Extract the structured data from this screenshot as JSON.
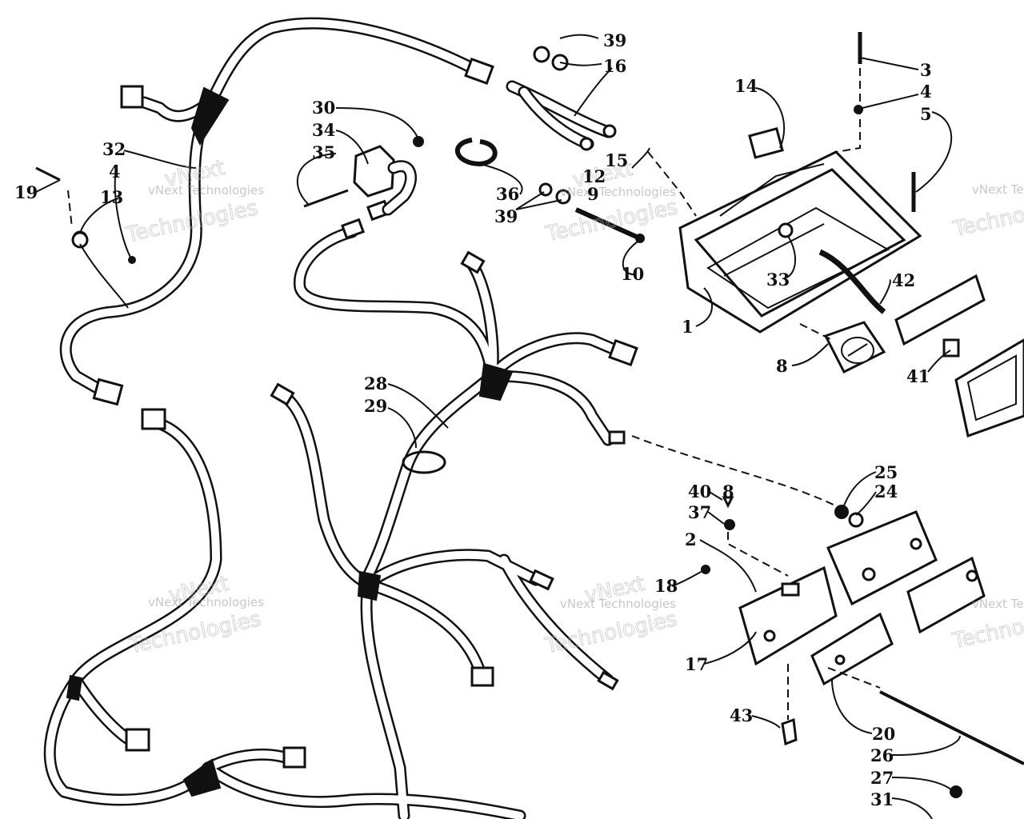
{
  "watermark": {
    "line1": "vNext Technologies",
    "line2": "Technologies",
    "brand": "vNext"
  },
  "callouts": {
    "c1": "1",
    "c2": "2",
    "c3": "3",
    "c4a": "4",
    "c4b": "4",
    "c5": "5",
    "c8a": "8",
    "c8b": "8",
    "c9": "9",
    "c10": "10",
    "c12": "12",
    "c13": "13",
    "c14": "14",
    "c15": "15",
    "c16": "16",
    "c17": "17",
    "c18": "18",
    "c19": "19",
    "c20": "20",
    "c24": "24",
    "c25": "25",
    "c26": "26",
    "c27": "27",
    "c28": "28",
    "c29": "29",
    "c30": "30",
    "c31": "31",
    "c32": "32",
    "c33": "33",
    "c34": "34",
    "c35": "35",
    "c36": "36",
    "c37": "37",
    "c39a": "39",
    "c39b": "39",
    "c40": "40",
    "c41": "41",
    "c42": "42",
    "c43": "43"
  }
}
